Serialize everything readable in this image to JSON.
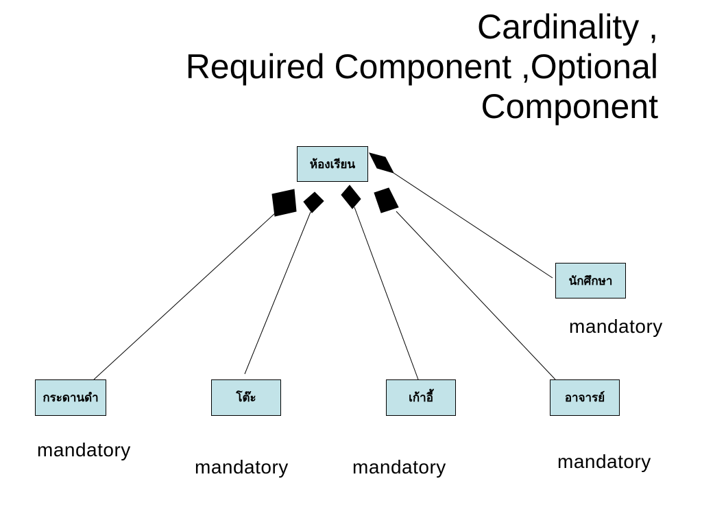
{
  "slide": {
    "title_lines": [
      "Cardinality ,",
      "Required Component ,Optional",
      "Component"
    ]
  },
  "diagram": {
    "whole": {
      "label": "ห้องเรียน"
    },
    "parts": [
      {
        "label": "นักศึกษา",
        "participation": "mandatory"
      },
      {
        "label": "กระดานดำ",
        "participation": "mandatory"
      },
      {
        "label": "โต๊ะ",
        "participation": "mandatory"
      },
      {
        "label": "เก้าอี้",
        "participation": "mandatory"
      },
      {
        "label": "อาจารย์",
        "participation": "mandatory"
      }
    ],
    "marker_icon": "filled-diamond-icon"
  },
  "colors": {
    "background": "#ffffff",
    "box_fill": "#c2e3e8",
    "box_border": "#000000",
    "ink": "#000000"
  }
}
